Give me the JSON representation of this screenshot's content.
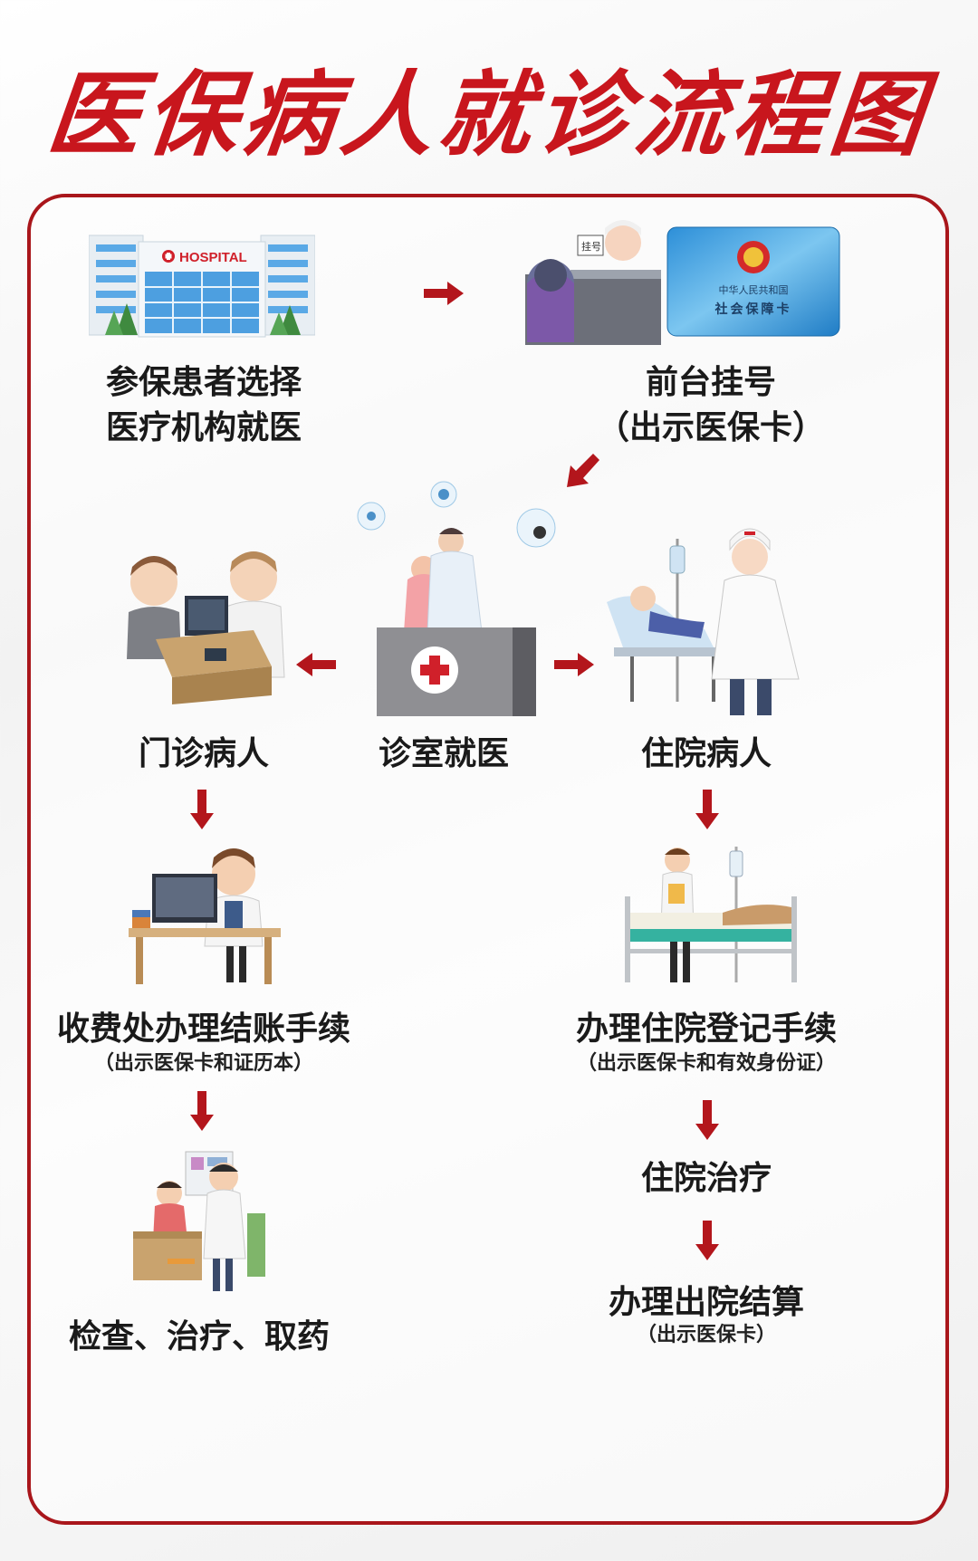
{
  "title": "医保病人就诊流程图",
  "colors": {
    "accent": "#c8161d",
    "frame": "#a9161b",
    "arrow": "#b3161c"
  },
  "nodes": {
    "choose": {
      "line1": "参保患者选择",
      "line2": "医疗机构就医",
      "icon": "hospital-building"
    },
    "register": {
      "line1": "前台挂号",
      "line2": "（出示医保卡）",
      "icon": "reception-desk"
    },
    "card": {
      "country": "中华人民共和国",
      "name": "社会保障卡",
      "icon": "social-security-card"
    },
    "clinic": {
      "label": "诊室就医",
      "icon": "doctor-clinic"
    },
    "outpatient": {
      "label": "门诊病人",
      "icon": "doctor-patient-desk"
    },
    "inpatient": {
      "label": "住院病人",
      "icon": "nurse-bed"
    },
    "billing": {
      "label": "收费处办理结账手续",
      "note": "（出示医保卡和证历本）",
      "icon": "cashier-desk"
    },
    "admission": {
      "label": "办理住院登记手续",
      "note": "（出示医保卡和有效身份证）",
      "icon": "hospital-bed"
    },
    "exam": {
      "label": "检查、治疗、取药",
      "icon": "examination"
    },
    "treatment": {
      "label": "住院治疗"
    },
    "discharge": {
      "label": "办理出院结算",
      "note": "（出示医保卡）"
    },
    "hospital_sign": "HOSPITAL"
  }
}
